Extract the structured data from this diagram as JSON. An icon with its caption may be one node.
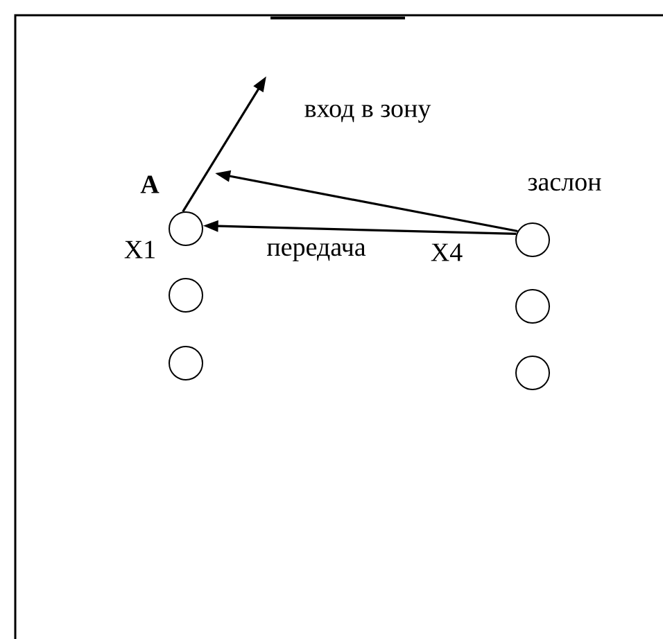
{
  "diagram": {
    "nodes": [
      {
        "text": [],
        "shape": "circle",
        "beside": [
          "X1"
        ]
      },
      {
        "text": [],
        "shape": "circle"
      },
      {
        "text": [],
        "shape": "circle"
      },
      {
        "text": [],
        "shape": "circle",
        "beside": [
          "X4"
        ]
      },
      {
        "text": [],
        "shape": "circle"
      },
      {
        "text": [],
        "shape": "circle"
      }
    ],
    "edges": [
      {
        "from": 0,
        "to": null,
        "arrow": "to",
        "label": "вход в зону"
      },
      {
        "from": 3,
        "to": null,
        "arrow": "to",
        "label": "заслон"
      },
      {
        "from": 3,
        "to": 0,
        "arrow": "to",
        "label": "передача"
      }
    ],
    "labels": [
      "**A**"
    ]
  }
}
